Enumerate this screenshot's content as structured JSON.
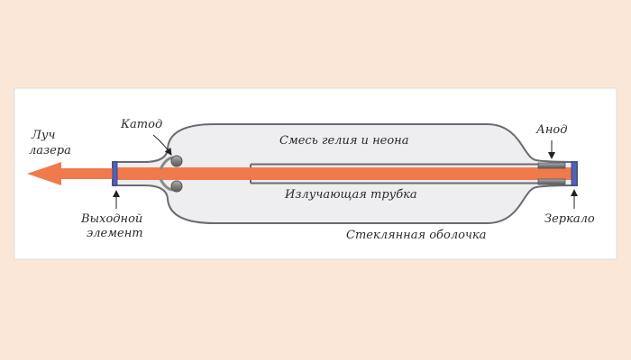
{
  "labels": {
    "beam_line1": "Луч",
    "beam_line2": "лазера",
    "cathode": "Катод",
    "gas_mix": "Смесь гелия и неона",
    "anode": "Анод",
    "tube": "Излучающая трубка",
    "output_line1": "Выходной",
    "output_line2": "элемент",
    "mirror": "Зеркало",
    "envelope": "Стеклянная оболочка"
  },
  "colors": {
    "page_background": "#fbe7d8",
    "panel_background": "#ffffff",
    "envelope_fill": "#eeedef",
    "envelope_stroke": "#6a6a74",
    "beam": "#f07a4c",
    "arrow": "#f07a4c",
    "output_element": "#4f63b8",
    "mirror": "#4f63b8",
    "electrode": "#8a8a8a",
    "text": "#2b2b2b"
  }
}
